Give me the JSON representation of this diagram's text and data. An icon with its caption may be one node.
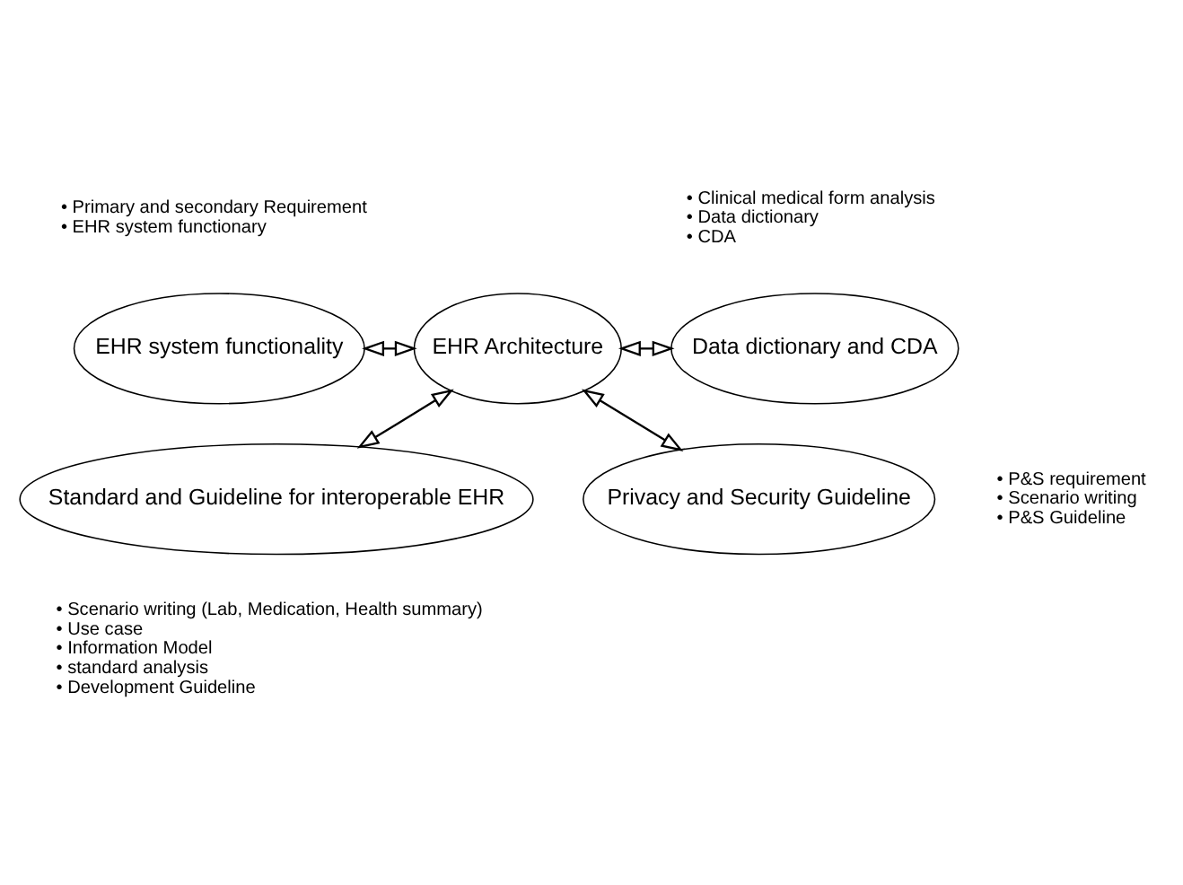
{
  "diagram": {
    "nodes": [
      {
        "text": [
          "EHR Architecture"
        ]
      },
      {
        "text": [
          "EHR system functionality"
        ],
        "beside": [
          "• Primary and secondary Requirement",
          "• EHR system functionary"
        ]
      },
      {
        "text": [
          "Data dictionary and CDA"
        ],
        "beside": [
          "• Clinical medical form analysis",
          "• Data dictionary",
          "• CDA"
        ]
      },
      {
        "text": [
          "Standard and Guideline for interoperable EHR"
        ],
        "beside": [
          "• Scenario writing (Lab, Medication, Health summary)",
          "• Use case",
          "• Information Model",
          "• standard analysis",
          "• Development Guideline"
        ]
      },
      {
        "text": [
          "Privacy and Security Guideline"
        ],
        "beside": [
          "• P&S requirement",
          "• Scenario writing",
          "• P&S Guideline"
        ]
      }
    ],
    "edges": [
      {
        "from": 1,
        "to": 0,
        "arrow": "both"
      },
      {
        "from": 0,
        "to": 2,
        "arrow": "both"
      },
      {
        "from": 3,
        "to": 0,
        "arrow": "both"
      },
      {
        "from": 0,
        "to": 4,
        "arrow": "both"
      }
    ]
  }
}
